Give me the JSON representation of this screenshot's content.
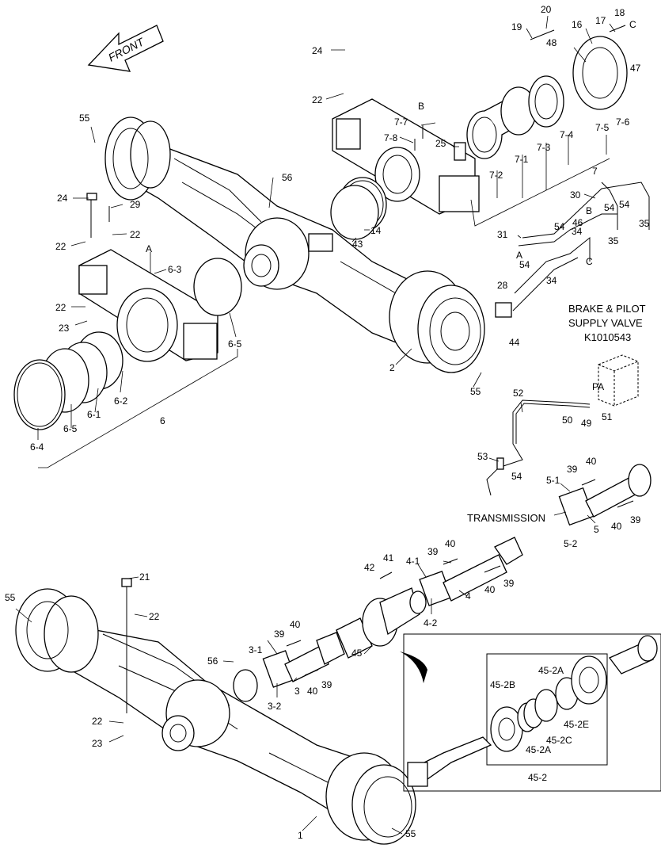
{
  "diagram": {
    "front_label": "FRONT",
    "brake_note": [
      "BRAKE & PILOT",
      "SUPPLY VALVE",
      "K1010543"
    ],
    "pa_label": "PA",
    "transmission_label": "TRANSMISSION",
    "labels": [
      {
        "id": "l20",
        "text": "20"
      },
      {
        "id": "l19",
        "text": "19"
      },
      {
        "id": "l16",
        "text": "16"
      },
      {
        "id": "l17",
        "text": "17"
      },
      {
        "id": "l18",
        "text": "18"
      },
      {
        "id": "lC1",
        "text": "C"
      },
      {
        "id": "l47",
        "text": "47"
      },
      {
        "id": "l48",
        "text": "48"
      },
      {
        "id": "l24a",
        "text": "24"
      },
      {
        "id": "l22a",
        "text": "22"
      },
      {
        "id": "lB1",
        "text": "B"
      },
      {
        "id": "l77",
        "text": "7-7"
      },
      {
        "id": "l78",
        "text": "7-8"
      },
      {
        "id": "l25",
        "text": "25"
      },
      {
        "id": "l72",
        "text": "7-2"
      },
      {
        "id": "l71",
        "text": "7-1"
      },
      {
        "id": "l73",
        "text": "7-3"
      },
      {
        "id": "l74",
        "text": "7-4"
      },
      {
        "id": "l75",
        "text": "7-5"
      },
      {
        "id": "l76",
        "text": "7-6"
      },
      {
        "id": "l7",
        "text": "7"
      },
      {
        "id": "l55a",
        "text": "55"
      },
      {
        "id": "l56a",
        "text": "56"
      },
      {
        "id": "l24b",
        "text": "24"
      },
      {
        "id": "l29",
        "text": "29"
      },
      {
        "id": "l22b",
        "text": "22"
      },
      {
        "id": "l22c",
        "text": "22"
      },
      {
        "id": "lA1",
        "text": "A"
      },
      {
        "id": "l63",
        "text": "6-3"
      },
      {
        "id": "l14",
        "text": "14"
      },
      {
        "id": "l43",
        "text": "43"
      },
      {
        "id": "l22d",
        "text": "22"
      },
      {
        "id": "l23a",
        "text": "23"
      },
      {
        "id": "l65a",
        "text": "6-5"
      },
      {
        "id": "l62",
        "text": "6-2"
      },
      {
        "id": "l61",
        "text": "6-1"
      },
      {
        "id": "l6",
        "text": "6"
      },
      {
        "id": "l65b",
        "text": "6-5"
      },
      {
        "id": "l64",
        "text": "6-4"
      },
      {
        "id": "l2",
        "text": "2"
      },
      {
        "id": "l55b",
        "text": "55"
      },
      {
        "id": "l30",
        "text": "30"
      },
      {
        "id": "lB2",
        "text": "B"
      },
      {
        "id": "l46",
        "text": "46"
      },
      {
        "id": "l54a",
        "text": "54"
      },
      {
        "id": "l54b",
        "text": "54"
      },
      {
        "id": "l35a",
        "text": "35"
      },
      {
        "id": "l31",
        "text": "31"
      },
      {
        "id": "lA2",
        "text": "A"
      },
      {
        "id": "l54c",
        "text": "54"
      },
      {
        "id": "l34a",
        "text": "34"
      },
      {
        "id": "l35b",
        "text": "35"
      },
      {
        "id": "lC2",
        "text": "C"
      },
      {
        "id": "l54d",
        "text": "54"
      },
      {
        "id": "l34b",
        "text": "34"
      },
      {
        "id": "l28",
        "text": "28"
      },
      {
        "id": "l44",
        "text": "44"
      },
      {
        "id": "l52",
        "text": "52"
      },
      {
        "id": "l50",
        "text": "50"
      },
      {
        "id": "l49",
        "text": "49"
      },
      {
        "id": "l51",
        "text": "51"
      },
      {
        "id": "l53",
        "text": "53"
      },
      {
        "id": "l54e",
        "text": "54"
      },
      {
        "id": "l40a",
        "text": "40"
      },
      {
        "id": "l39a",
        "text": "39"
      },
      {
        "id": "l51b",
        "text": "5-1"
      },
      {
        "id": "l5",
        "text": "5"
      },
      {
        "id": "l40b",
        "text": "40"
      },
      {
        "id": "l39b",
        "text": "39"
      },
      {
        "id": "l52b",
        "text": "5-2"
      },
      {
        "id": "l42",
        "text": "42"
      },
      {
        "id": "l41",
        "text": "41"
      },
      {
        "id": "l41b",
        "text": "4-1"
      },
      {
        "id": "l39c",
        "text": "39"
      },
      {
        "id": "l40c",
        "text": "40"
      },
      {
        "id": "l4",
        "text": "4"
      },
      {
        "id": "l40d",
        "text": "40"
      },
      {
        "id": "l39d",
        "text": "39"
      },
      {
        "id": "l42b",
        "text": "4-2"
      },
      {
        "id": "l21",
        "text": "21"
      },
      {
        "id": "l55c",
        "text": "55"
      },
      {
        "id": "l22e",
        "text": "22"
      },
      {
        "id": "l45",
        "text": "45"
      },
      {
        "id": "l40e",
        "text": "40"
      },
      {
        "id": "l39e",
        "text": "39"
      },
      {
        "id": "l31b",
        "text": "3-1"
      },
      {
        "id": "l56b",
        "text": "56"
      },
      {
        "id": "l3",
        "text": "3"
      },
      {
        "id": "l40f",
        "text": "40"
      },
      {
        "id": "l39f",
        "text": "39"
      },
      {
        "id": "l32b",
        "text": "3-2"
      },
      {
        "id": "l22f",
        "text": "22"
      },
      {
        "id": "l23b",
        "text": "23"
      },
      {
        "id": "l452A1",
        "text": "45-2A"
      },
      {
        "id": "l452B",
        "text": "45-2B"
      },
      {
        "id": "l452E",
        "text": "45-2E"
      },
      {
        "id": "l452C",
        "text": "45-2C"
      },
      {
        "id": "l452A2",
        "text": "45-2A"
      },
      {
        "id": "l452",
        "text": "45-2"
      },
      {
        "id": "l1",
        "text": "1"
      },
      {
        "id": "l55d",
        "text": "55"
      }
    ]
  }
}
